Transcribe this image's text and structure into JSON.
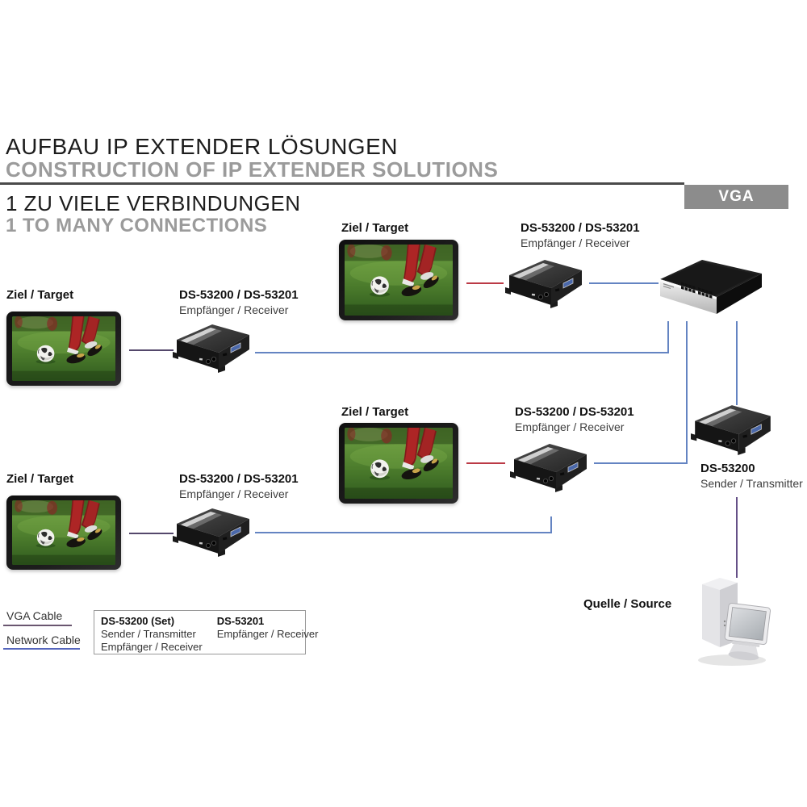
{
  "header": {
    "title_de": "AUFBAU IP EXTENDER LÖSUNGEN",
    "title_en": "CONSTRUCTION OF IP EXTENDER SOLUTIONS",
    "subtitle_de": "1 ZU VIELE VERBINDUNGEN",
    "subtitle_en": "1 TO MANY CONNECTIONS",
    "vga_badge": "VGA"
  },
  "labels": {
    "target": "Ziel / Target",
    "receiver_model": "DS-53200 / DS-53201",
    "receiver_role": "Empfänger / Receiver",
    "sender_model": "DS-53200",
    "sender_role": "Sender / Transmitter",
    "source": "Quelle / Source"
  },
  "legend": {
    "vga_cable": "VGA Cable",
    "network_cable": "Network Cable",
    "set_box": {
      "col1_title": "DS-53200 (Set)",
      "col1_line1": "Sender / Transmitter",
      "col1_line2": "Empfänger / Receiver",
      "col2_title": "DS-53201",
      "col2_line1": "Empfänger / Receiver"
    }
  },
  "colors": {
    "vga_cable_purple": "#54476b",
    "vga_cable_red": "#bb3a46",
    "network_cable_blue": "#6484c2",
    "legend_vga_line": "#6a5670",
    "legend_network_line": "#5566bd",
    "source_cable_purple": "#655087",
    "badge_bg": "#8c8c8c",
    "title_gray": "#9b9b9b",
    "divider_gray": "#4a4a4a"
  }
}
